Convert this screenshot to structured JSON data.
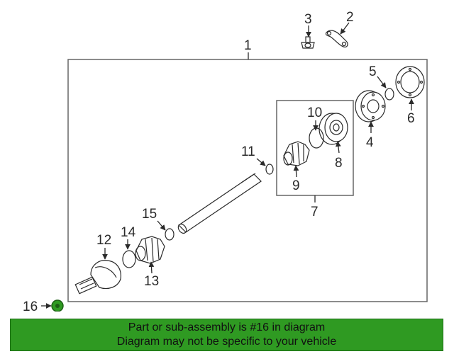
{
  "diagram": {
    "callouts": {
      "c1": "1",
      "c2": "2",
      "c3": "3",
      "c4": "4",
      "c5": "5",
      "c6": "6",
      "c7": "7",
      "c8": "8",
      "c9": "9",
      "c10": "10",
      "c11": "11",
      "c12": "12",
      "c13": "13",
      "c14": "14",
      "c15": "15",
      "c16": "16"
    },
    "highlight_color": "#2f9a22"
  },
  "banner": {
    "line1": "Part or sub-assembly is #16 in diagram",
    "line2": "Diagram may not be specific to your vehicle",
    "color": "#2f9a22"
  }
}
